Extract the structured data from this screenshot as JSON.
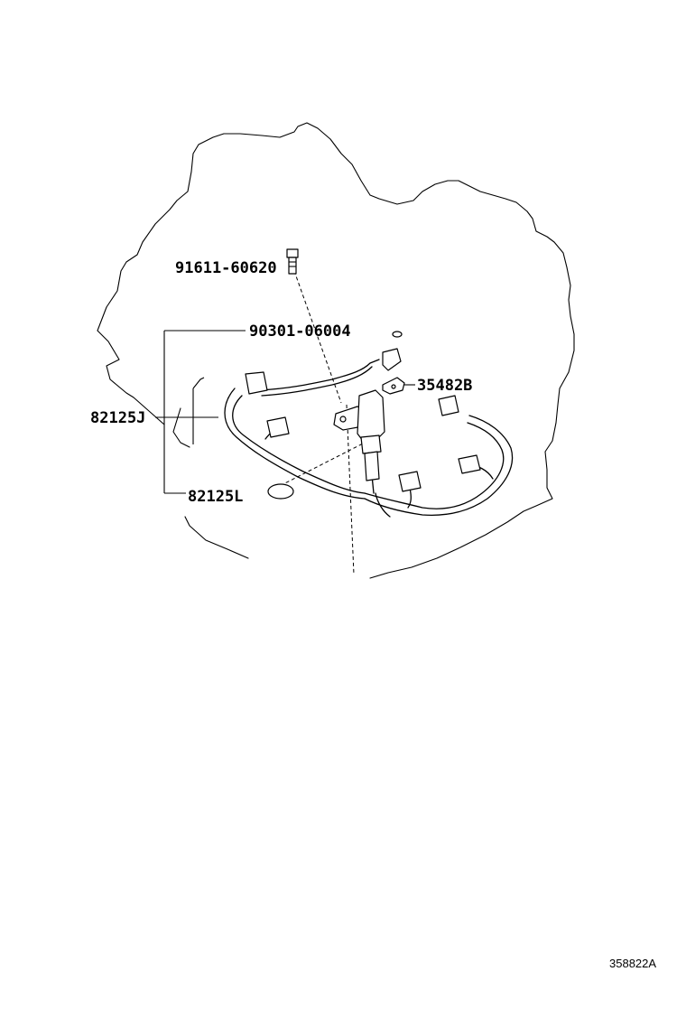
{
  "diagram": {
    "part_numbers": {
      "bolt": "91611-60620",
      "gasket_upper": "90301-06004",
      "clamp": "35482B",
      "wire_harness": "82125J",
      "gasket_lower": "82125L"
    },
    "reference_code": "358822A"
  }
}
